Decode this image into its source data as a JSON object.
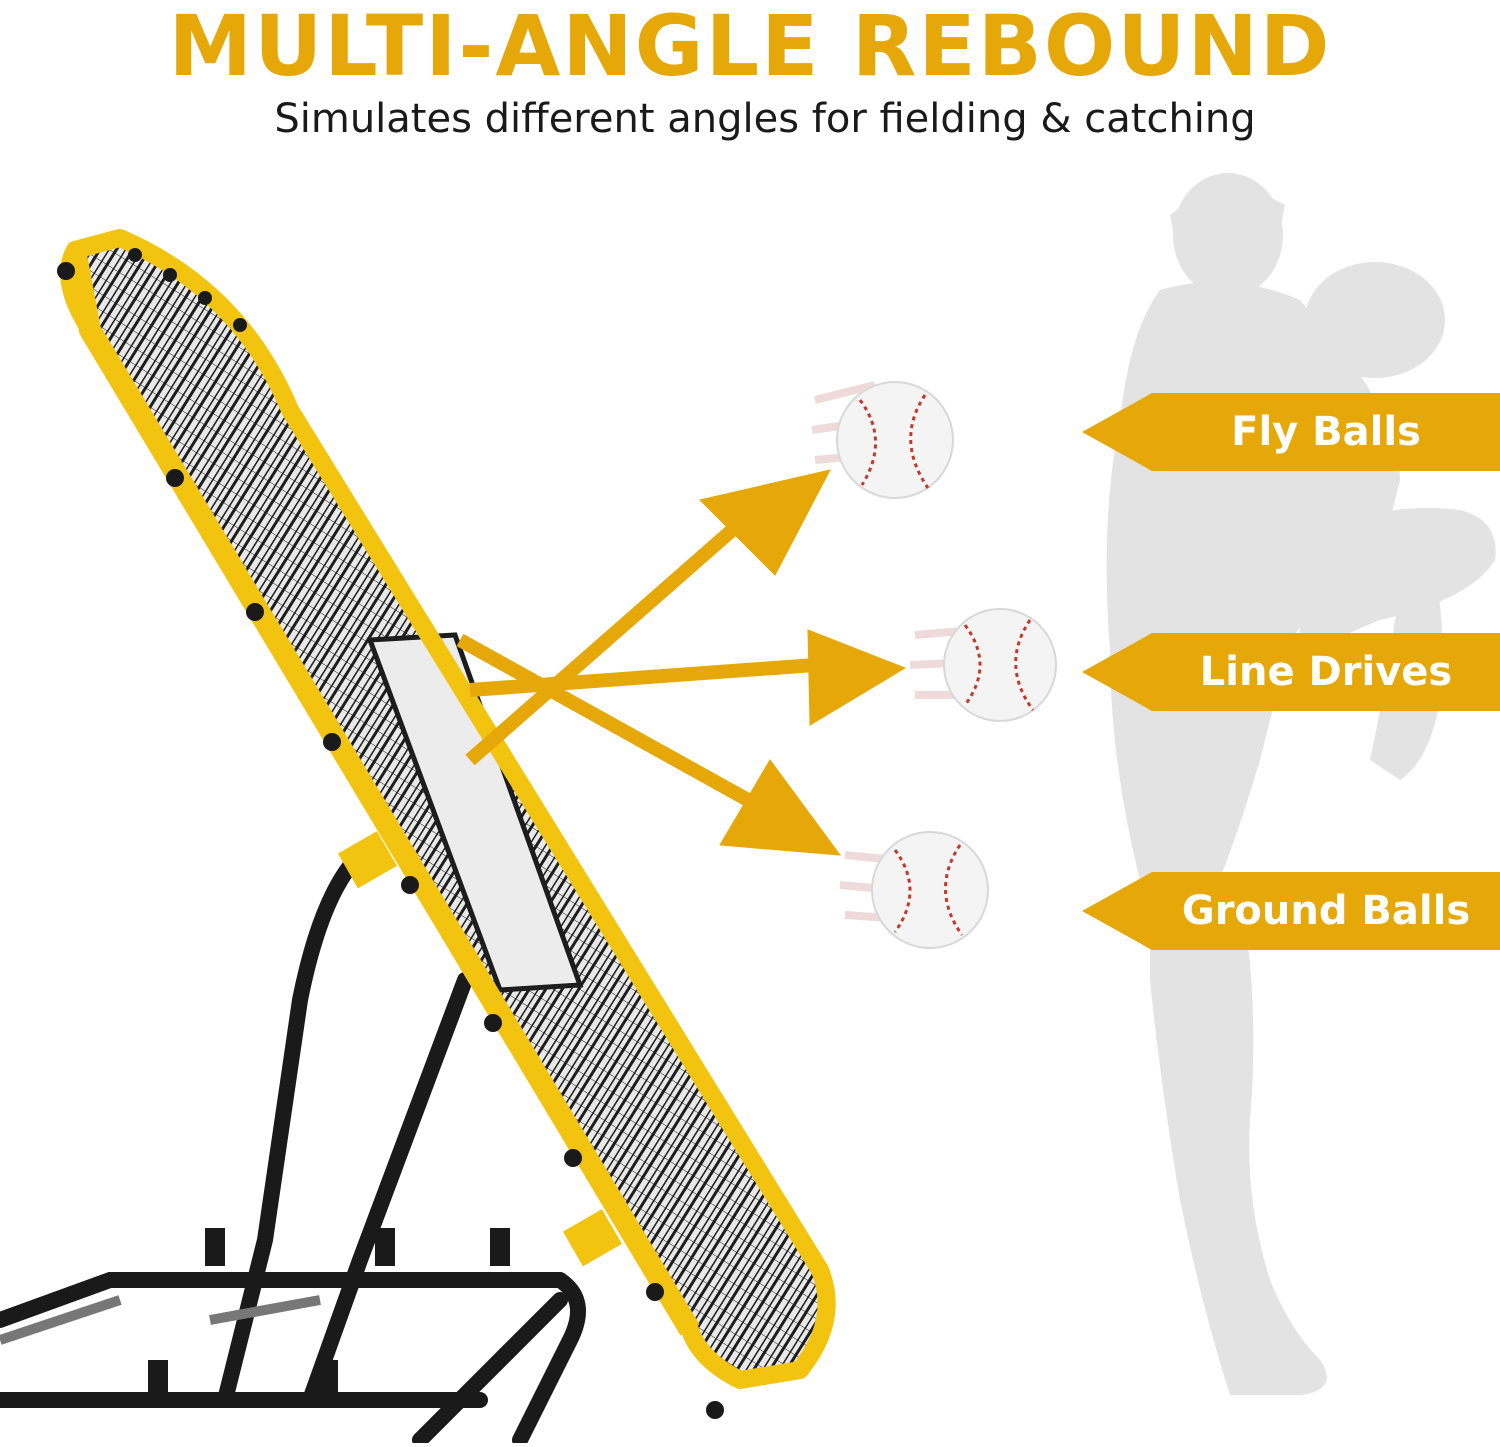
{
  "headline": "MULTI-ANGLE REBOUND",
  "subheadline": "Simulates different angles for fielding & catching",
  "labels": {
    "fly_balls": "Fly Balls",
    "line_drives": "Line Drives",
    "ground_balls": "Ground Balls"
  },
  "colors": {
    "accent": "#E6A808",
    "frame_yellow": "#F2C40F",
    "stand_black": "#1a1a1a",
    "silhouette": "#e3e3e3"
  },
  "icons": [
    "rebounder-net",
    "baseball-icon",
    "arrow-icon",
    "pitcher-silhouette"
  ]
}
